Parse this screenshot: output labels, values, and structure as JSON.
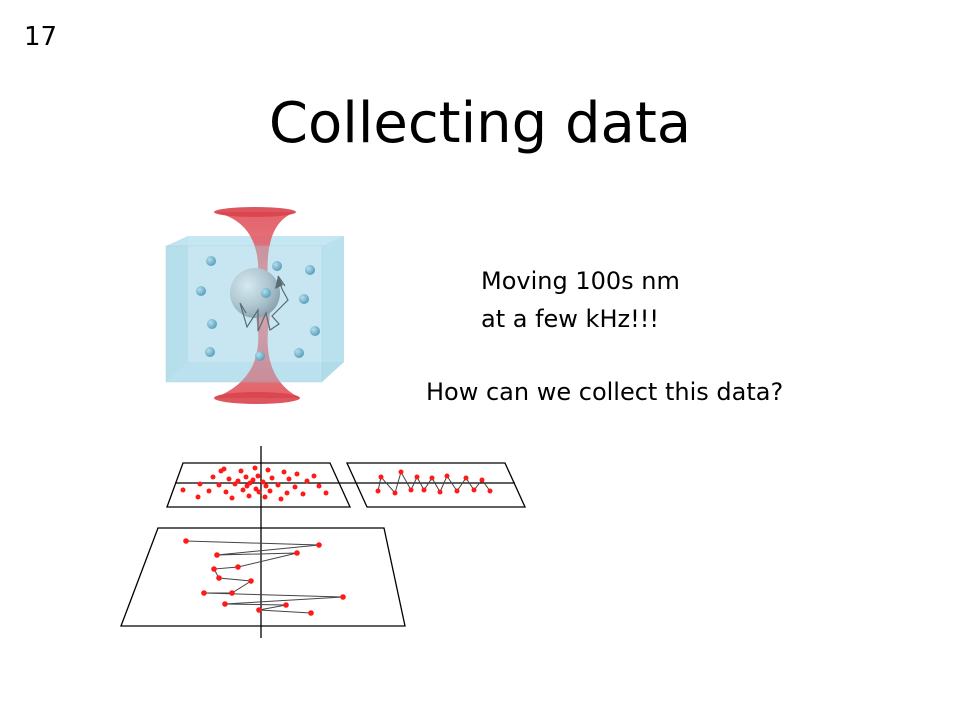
{
  "slide": {
    "number": "17",
    "title": "Collecting data",
    "motion_text": [
      "Moving 100s nm",
      "at a few kHz!!!"
    ],
    "question": "How can we collect this data?"
  },
  "colors": {
    "beam": "#e0515a",
    "water_box": "#9fd3e6",
    "molecules": "#3f93b4",
    "trajectory_points": "#ff1a1a"
  }
}
